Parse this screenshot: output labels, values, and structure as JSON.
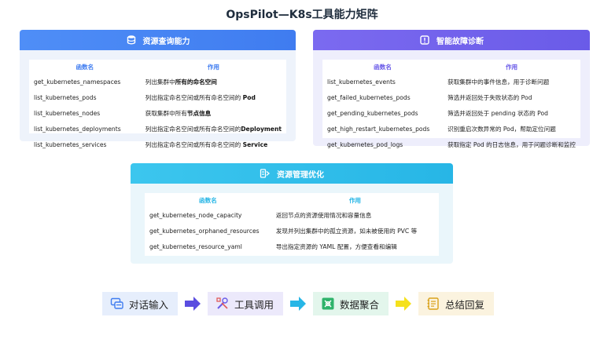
{
  "title": "OpsPilot—K8s工具能力矩阵",
  "colors": {
    "blue": "#3f7cf0",
    "purple": "#6a5be8",
    "cyan": "#27b6e6",
    "yellow": "#f5e11c"
  },
  "cards": {
    "resource_query": {
      "title": "资源查询能力",
      "icon": "database-icon",
      "col_fn": "函数名",
      "col_desc": "作用",
      "rows": [
        {
          "fn": "get_kubernetes_namespaces",
          "desc_pre": "列出集群中",
          "desc_bold": "所有的命名空间",
          "desc_post": ""
        },
        {
          "fn": "list_kubernetes_pods",
          "desc_pre": "列出指定命名空间或所有命名空间的 ",
          "desc_bold": "Pod",
          "desc_post": ""
        },
        {
          "fn": "list_kubernetes_nodes",
          "desc_pre": "获取集群中所有",
          "desc_bold": "节点信息",
          "desc_post": ""
        },
        {
          "fn": "list_kubernetes_deployments",
          "desc_pre": "列出指定命名空间或所有命名空间的",
          "desc_bold": "Deployment",
          "desc_post": ""
        },
        {
          "fn": "list_kubernetes_services",
          "desc_pre": "列出指定命名空间或所有命名空间的 ",
          "desc_bold": "Service",
          "desc_post": ""
        }
      ]
    },
    "smart_diagnosis": {
      "title": "智能故障诊断",
      "icon": "alert-icon",
      "col_fn": "函数名",
      "col_desc": "作用",
      "rows": [
        {
          "fn": "list_kubernetes_events",
          "desc": "获取集群中的事件信息，用于诊断问题"
        },
        {
          "fn": "get_failed_kubernetes_pods",
          "desc": "筛选并返回处于失败状态的 Pod"
        },
        {
          "fn": "get_pending_kubernetes_pods",
          "desc": "筛选并返回处于 pending 状态的 Pod"
        },
        {
          "fn": "get_high_restart_kubernetes_pods",
          "desc": "识别重启次数异常的 Pod，帮助定位问题"
        },
        {
          "fn": "get_kubernetes_pod_logs",
          "desc": "获取指定 Pod 的日志信息，用于问题诊断和监控"
        }
      ]
    },
    "resource_optimization": {
      "title": "资源管理优化",
      "icon": "optimize-icon",
      "col_fn": "函数名",
      "col_desc": "作用",
      "rows": [
        {
          "fn": "get_kubernetes_node_capacity",
          "desc": "返回节点的资源使用情况和容量信息"
        },
        {
          "fn": "get_kubernetes_orphaned_resources",
          "desc": "发现并列出集群中的孤立资源，如未被使用的 PVC 等"
        },
        {
          "fn": "get_kubernetes_resource_yaml",
          "desc": "导出指定资源的 YAML 配置，方便查看和编辑"
        }
      ]
    }
  },
  "flow": [
    {
      "label": "对话输入",
      "icon": "chat-icon",
      "color": "#3f7cf0"
    },
    {
      "label": "工具调用",
      "icon": "tools-icon",
      "color": "#6a5be8"
    },
    {
      "label": "数据聚合",
      "icon": "aggregate-icon",
      "color": "#2fb36b"
    },
    {
      "label": "总结回复",
      "icon": "summary-icon",
      "color": "#d9a21b"
    }
  ],
  "flow_arrow_colors": [
    "#5a4de0",
    "#27b6e6",
    "#f5e11c"
  ]
}
